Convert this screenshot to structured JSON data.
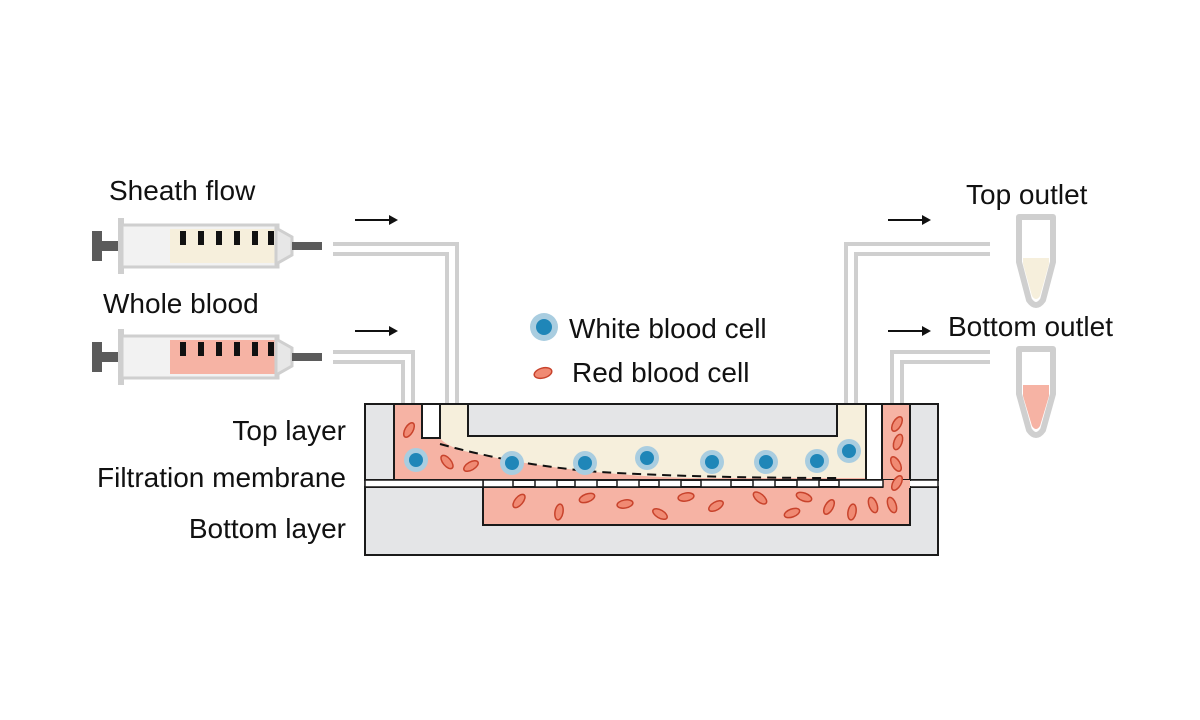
{
  "labels": {
    "sheath_flow": "Sheath flow",
    "whole_blood": "Whole blood",
    "top_outlet": "Top outlet",
    "bottom_outlet": "Bottom outlet",
    "white_blood_cell": "White blood cell",
    "red_blood_cell": "Red blood cell",
    "top_layer": "Top layer",
    "filtration_membrane": "Filtration membrane",
    "bottom_layer": "Bottom layer"
  },
  "colors": {
    "sheath_fluid": "#f6efdc",
    "blood": "#f6b3a4",
    "blood_deep": "#f4a593",
    "rbc_fill": "#f08a73",
    "rbc_stroke": "#c8432c",
    "wbc_core": "#1f86b8",
    "wbc_halo": "#a9cde0",
    "tube_gray": "#cfcfcf",
    "chip_gray": "#e4e5e7",
    "outline": "#1a1a1a",
    "syringe_dark": "#5b5b5b"
  },
  "icons": {
    "syringe": "syringe-icon",
    "tube": "collection-tube-icon",
    "arrow": "flow-arrow-icon"
  }
}
